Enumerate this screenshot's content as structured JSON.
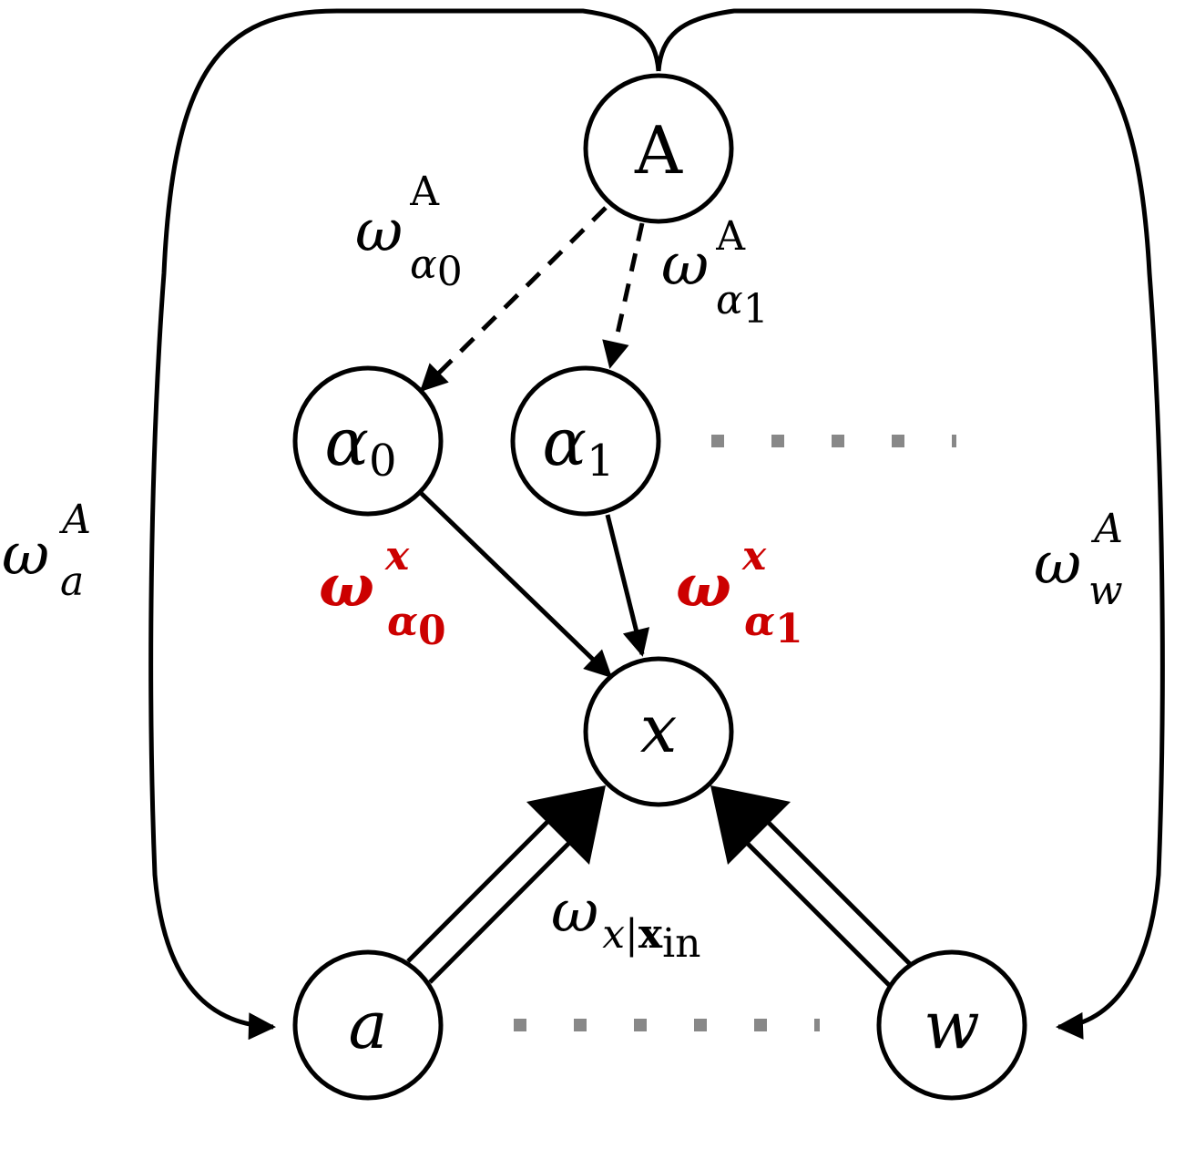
{
  "nodes": {
    "A": {
      "label": "A"
    },
    "alpha0": {
      "label": "α",
      "sub": "0"
    },
    "alpha1": {
      "label": "α",
      "sub": "1"
    },
    "x": {
      "label": "x"
    },
    "a": {
      "label": "a"
    },
    "w": {
      "label": "w"
    }
  },
  "edge_labels": {
    "w_alpha0_A": {
      "base": "ω",
      "sup": "A",
      "sub": "α",
      "subsub": "0"
    },
    "w_alpha1_A": {
      "base": "ω",
      "sup": "A",
      "sub": "α",
      "subsub": "1"
    },
    "w_alpha0_x": {
      "base": "ω",
      "sup": "x",
      "sub": "α",
      "subsub": "0",
      "color": "#cc0000"
    },
    "w_alpha1_x": {
      "base": "ω",
      "sup": "x",
      "sub": "α",
      "subsub": "1",
      "color": "#cc0000"
    },
    "w_a_A": {
      "base": "ω",
      "sup": "A",
      "sub": "a"
    },
    "w_w_A": {
      "base": "ω",
      "sup": "A",
      "sub": "w"
    },
    "w_x_xin": {
      "base": "ω",
      "sub": "x|",
      "subbold": "x",
      "subsub": "in"
    }
  },
  "colors": {
    "highlight": "#cc0000",
    "dots": "#888888",
    "stroke": "#000000"
  }
}
